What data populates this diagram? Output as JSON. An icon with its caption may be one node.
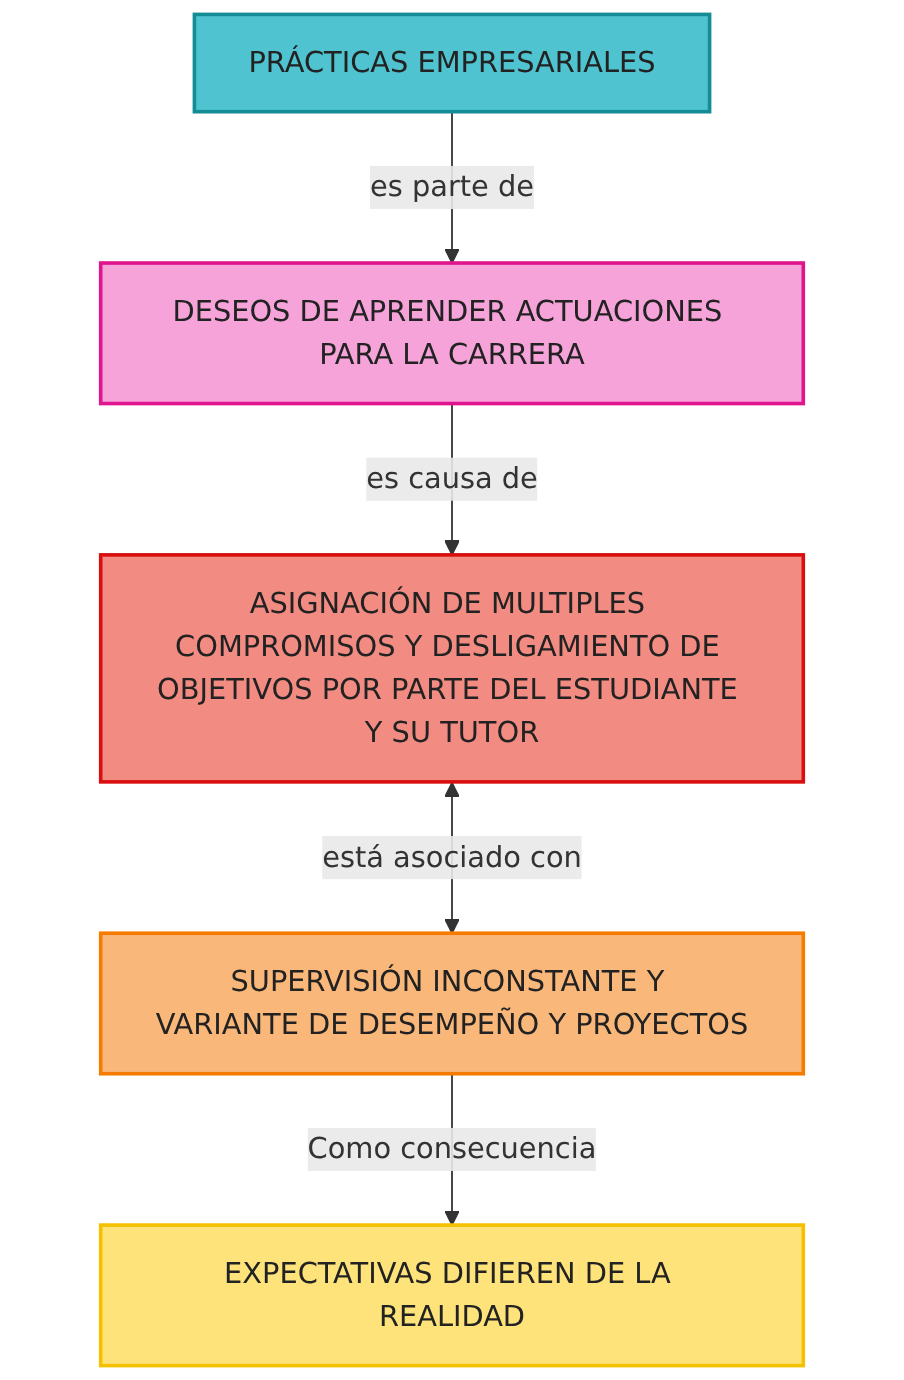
{
  "diagram": {
    "nodes": [
      {
        "text": [
          "PRÁCTICAS EMPRESARIALES"
        ]
      },
      {
        "text": [
          "DESEOS DE APRENDER ACTUACIONES PARA LA CARRERA"
        ]
      },
      {
        "text": [
          "ASIGNACIÓN DE MULTIPLES COMPROMISOS Y DESLIGAMIENTO DE OBJETIVOS POR PARTE DEL ESTUDIANTE Y SU TUTOR"
        ]
      },
      {
        "text": [
          "SUPERVISIÓN INCONSTANTE Y VARIANTE DE DESEMPEÑO Y PROYECTOS"
        ]
      },
      {
        "text": [
          "EXPECTATIVAS DIFIEREN DE LA REALIDAD"
        ]
      }
    ],
    "edges": [
      {
        "from": 0,
        "to": 1,
        "arrow": "to",
        "label": "es parte de"
      },
      {
        "from": 1,
        "to": 2,
        "arrow": "to",
        "label": "es causa de"
      },
      {
        "from": 2,
        "to": 3,
        "arrow": "both",
        "label": "está asociado con"
      },
      {
        "from": 3,
        "to": 4,
        "arrow": "to",
        "label": "Como consecuencia"
      }
    ]
  }
}
